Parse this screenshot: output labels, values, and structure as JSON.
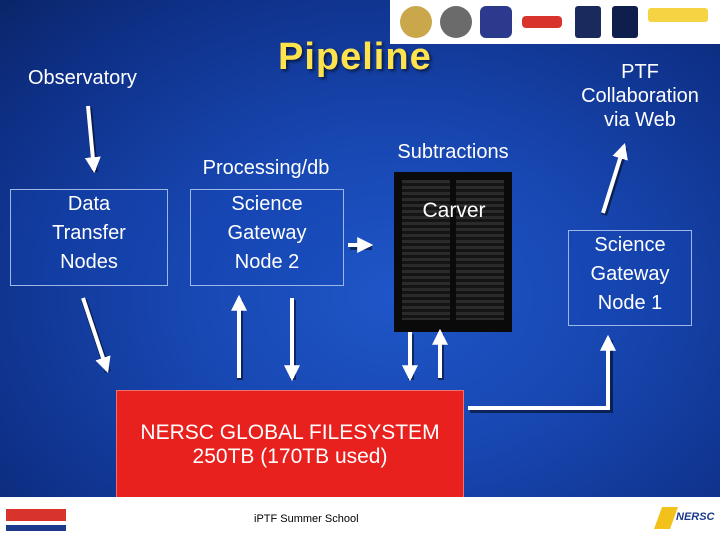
{
  "title": "Pipeline",
  "nodes": {
    "observatory": "Observatory",
    "processing": "Processing/db",
    "subtractions": "Subtractions",
    "ptf_line1": "PTF",
    "ptf_line2": "Collaboration",
    "ptf_line3": "via Web",
    "dtn_line1": "Data",
    "dtn_line2": "Transfer",
    "dtn_line3": "Nodes",
    "sg2_line1": "Science",
    "sg2_line2": "Gateway",
    "sg2_line3": "Node 2",
    "carver": "Carver",
    "sg1_line1": "Science",
    "sg1_line2": "Gateway",
    "sg1_line3": "Node 1"
  },
  "filesystem": {
    "line1": "NERSC GLOBAL FILESYSTEM",
    "line2": "250TB (170TB used)"
  },
  "footer": {
    "text": "iPTF Summer School",
    "left_logo": "berkeley-lab-logo",
    "right_logo": "nersc-logo",
    "right_logo_text": "NERSC"
  },
  "colors": {
    "background": "#1746b0",
    "title": "#ffe34d",
    "filesystem_fill": "#e8201e",
    "arrow": "#ffffff"
  }
}
